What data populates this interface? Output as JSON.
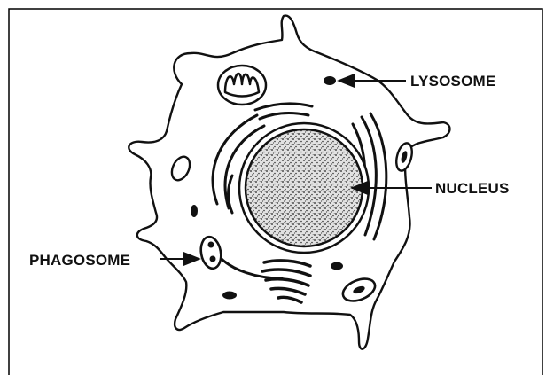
{
  "diagram": {
    "labels": {
      "lysosome": "LYSOSOME",
      "nucleus": "NUCLEUS",
      "phagosome": "PHAGOSOME"
    },
    "colors": {
      "ink": "#111111",
      "paper": "#ffffff",
      "nucleus_fill": "#d9d9d9"
    }
  }
}
